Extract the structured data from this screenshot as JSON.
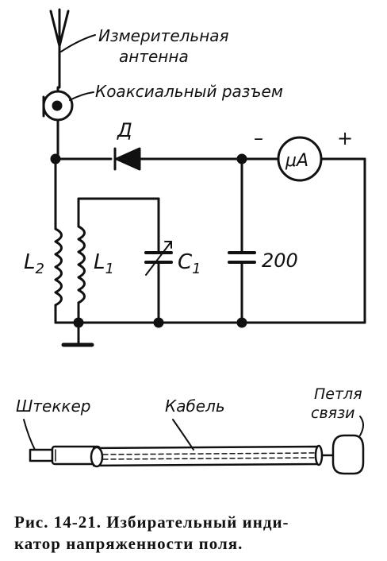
{
  "diagram": {
    "labels": {
      "antenna_1": "Измерительная",
      "antenna_2": "антенна",
      "connector": "Коаксиальный разъем",
      "diode": "Д",
      "meter": "μA",
      "minus": "–",
      "plus": "+",
      "l2": "L",
      "l2_sub": "2",
      "l1": "L",
      "l1_sub": "1",
      "c1": "C",
      "c1_sub": "1",
      "cap_value": "200",
      "plug": "Штеккер",
      "cable": "Кабель",
      "loop_1": "Петля",
      "loop_2": "связи"
    },
    "caption": {
      "line1": "Рис. 14-21. Избирательный инди-",
      "line2": "катор напряженности поля."
    }
  }
}
